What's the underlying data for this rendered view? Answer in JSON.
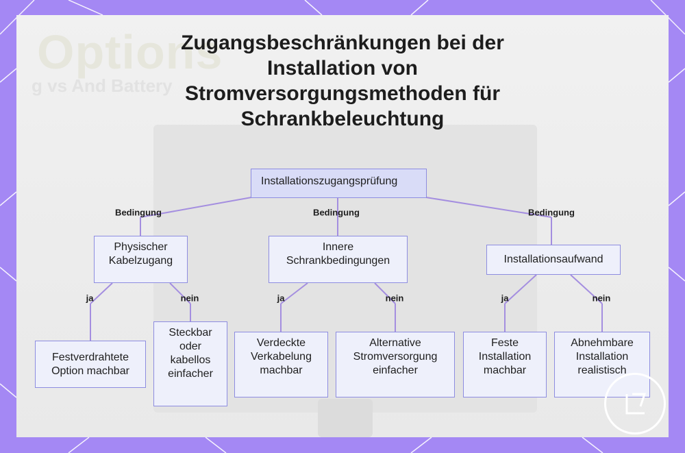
{
  "title": "Zugangsbeschränkungen bei der Installation von Stromversorgungsmethoden für Schrankbeleuchtung",
  "background_text": {
    "heading": "Options",
    "subheading": "g vs And Battery"
  },
  "colors": {
    "frame": "#a488f4",
    "node_border": "#8d8ce0",
    "node_fill": "#eef0fb",
    "root_fill": "#d9dcf7",
    "edge": "#a48ee0"
  },
  "nodes": {
    "root": "Installationszugangsprüfung",
    "c1": "Physischer Kabelzugang",
    "c2": "Innere Schrankbedingungen",
    "c3": "Installationsaufwand",
    "l1": "Festverdrahtete Option machbar",
    "l2": "Steckbar oder kabellos einfacher",
    "l3": "Verdeckte Verkabelung machbar",
    "l4": "Alternative Stromversorgung einfacher",
    "l5": "Feste Installation machbar",
    "l6": "Abnehmbare Installation realistisch"
  },
  "edge_labels": {
    "cond1": "Bedingung",
    "cond2": "Bedingung",
    "cond3": "Bedingung",
    "yes1": "ja",
    "no1": "nein",
    "yes2": "ja",
    "no2": "nein",
    "yes3": "ja",
    "no3": "nein"
  },
  "logo_icon": "brand-logo-icon"
}
